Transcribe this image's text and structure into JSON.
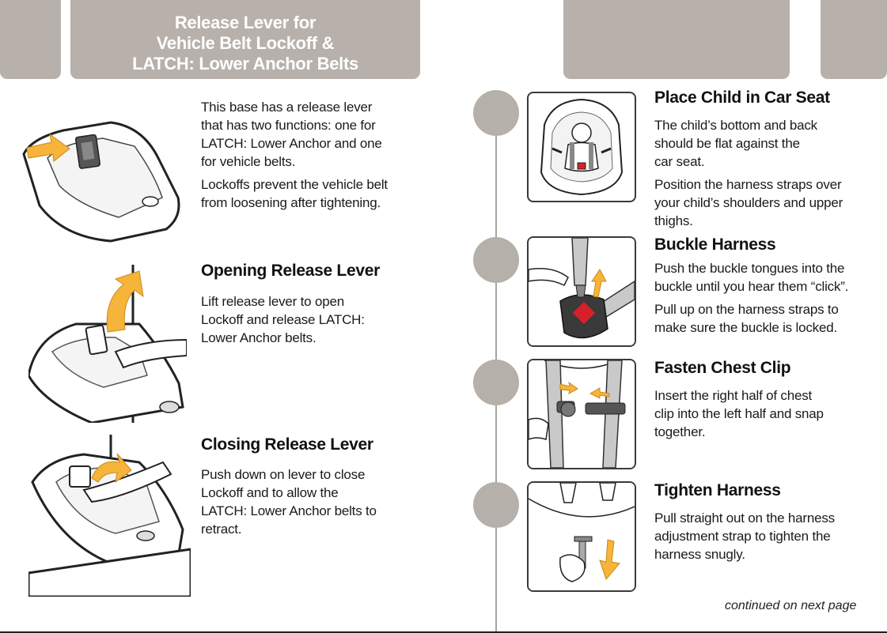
{
  "left": {
    "title_lines": [
      "Release Lever for",
      "Vehicle Belt Lockoff &",
      "LATCH: Lower Anchor Belts"
    ],
    "intro_p1": "This base has a release lever that has two functions: one for LATCH: Lower Anchor and one for vehicle belts.",
    "intro_p2": "Lockoffs prevent the vehicle belt from loosening after tightening.",
    "opening_heading": "Opening Release Lever",
    "opening_text": "Lift release lever to open Lockoff and release LATCH: Lower Anchor belts.",
    "closing_heading": "Closing Release Lever",
    "closing_text": "Push down on lever to close Lockoff and to allow the LATCH: Lower Anchor belts to retract."
  },
  "right": {
    "steps": [
      {
        "heading": "Place Child in Car Seat",
        "p1": "The child’s bottom and back should be flat against the car seat.",
        "p2": "Position the harness straps over your child’s shoulders and upper thighs."
      },
      {
        "heading": "Buckle Harness",
        "p1": "Push the buckle tongues into the buckle until you hear them “click”.",
        "p2": "Pull up on the harness straps to make sure the buckle is locked."
      },
      {
        "heading": "Fasten Chest Clip",
        "p1": "Insert the right half of chest clip into the left half and snap together.",
        "p2": ""
      },
      {
        "heading": "Tighten Harness",
        "p1": "Pull straight out on the harness adjustment strap to tighten the harness snugly.",
        "p2": ""
      }
    ],
    "continued": "continued on next page"
  },
  "colors": {
    "tab_gray": "#b8b1ab",
    "arrow_orange": "#f6b43a",
    "buckle_red": "#d6212a"
  }
}
